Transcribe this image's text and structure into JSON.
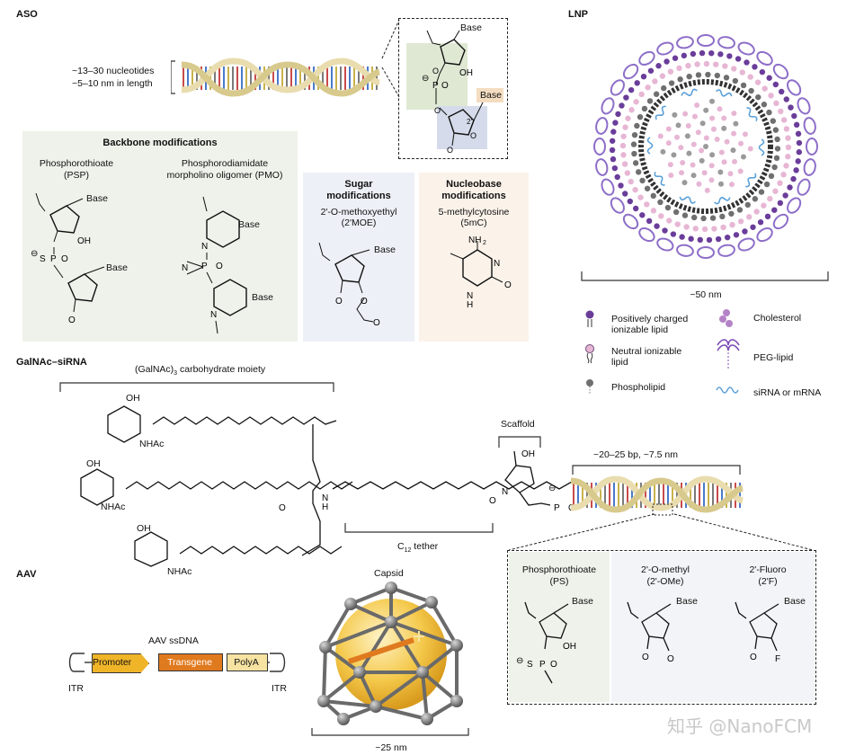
{
  "aso": {
    "title": "ASO",
    "length_line1": "~13–30 nucleotides",
    "length_line2": "~5–10 nm in length",
    "inset_base_top": "Base",
    "inset_base_bottom": "Base",
    "backbone_title": "Backbone modifications",
    "psp_line1": "Phosphorothioate",
    "psp_line2": "(PSP)",
    "pmo_line1": "Phosphorodiamidate",
    "pmo_line2": "morpholino oligomer (PMO)",
    "sugar_title_line1": "Sugar",
    "sugar_title_line2": "modifications",
    "moe_line1": "2'-O-methoxyethyl",
    "moe_line2": "(2'MOE)",
    "nucleobase_title_line1": "Nucleobase",
    "nucleobase_title_line2": "modifications",
    "mc_line1": "5-methylcytosine",
    "mc_line2": "(5mC)",
    "base_label": "Base"
  },
  "lnp": {
    "title": "LNP",
    "size": "~50 nm",
    "legend": [
      {
        "line1": "Positively charged",
        "line2": "ionizable lipid"
      },
      {
        "line1": "Neutral ionizable",
        "line2": "lipid"
      },
      {
        "line1": "Phospholipid",
        "line2": ""
      },
      {
        "line1": "Cholesterol",
        "line2": ""
      },
      {
        "line1": "PEG-lipid",
        "line2": ""
      },
      {
        "line1": "siRNA or mRNA",
        "line2": ""
      }
    ],
    "colors": {
      "purple": "#6a3d9a",
      "pink": "#e7b6d4",
      "gray": "#6f6f6f",
      "blue": "#5aa0d8",
      "lavender": "#8d6ec8"
    }
  },
  "galnac": {
    "title": "GalNAc–siRNA",
    "moiety_prefix": "(GalNAc)",
    "moiety_sub": "3",
    "moiety_suffix": " carbohydrate moiety",
    "scaffold": "Scaffold",
    "tether_prefix": "C",
    "tether_sub": "12",
    "tether_suffix": " tether",
    "duplex": "~20–25 bp, ~7.5 nm",
    "nhac": "NHAc",
    "oh": "OH",
    "n": "N",
    "h": "H",
    "o": "O",
    "p": "P",
    "ps_line1": "Phosphorothioate",
    "ps_line2": "(PS)",
    "ome_line1": "2'-O-methyl",
    "ome_line2": "(2'-OMe)",
    "f_line1": "2'-Fluoro",
    "f_line2": "(2'F)",
    "base": "Base"
  },
  "aav": {
    "title": "AAV",
    "ssdna": "AAV ssDNA",
    "promoter": "Promoter",
    "transgene": "Transgene",
    "polya": "PolyA",
    "itr_left": "ITR",
    "itr_right": "ITR",
    "capsid": "Capsid",
    "size": "~25 nm",
    "colors": {
      "promoter": "#f0b429",
      "transgene": "#e07a1f",
      "polya": "#f6e3a2",
      "capsid": "#f4c84a"
    }
  },
  "watermark": "知乎 @NanoFCM"
}
